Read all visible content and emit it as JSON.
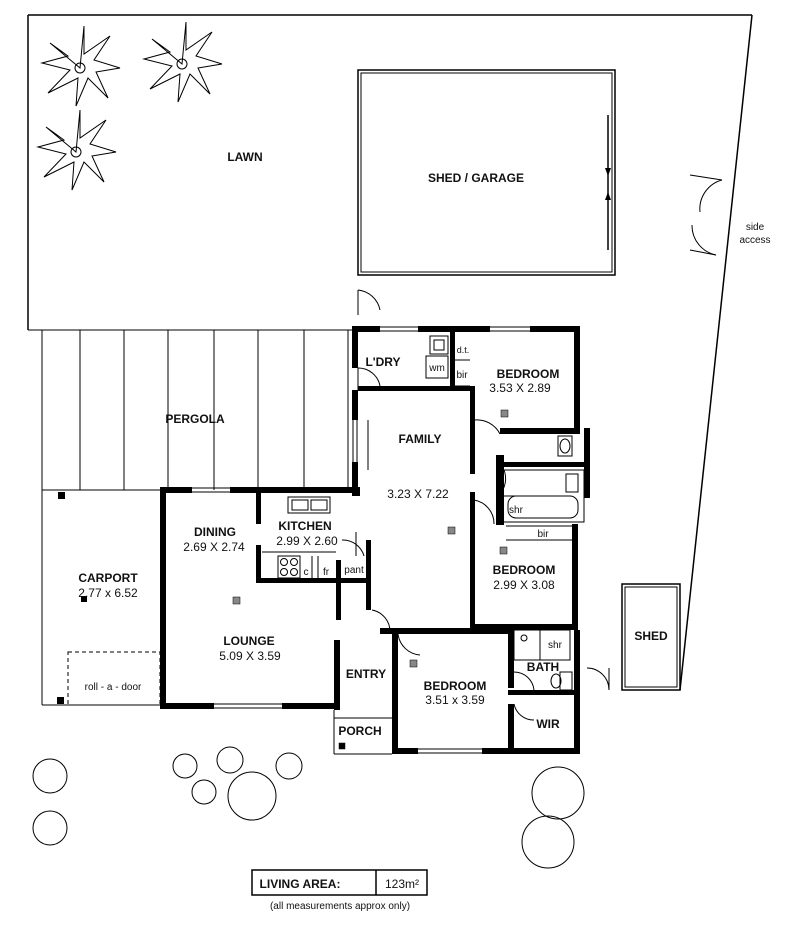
{
  "rooms": {
    "lawn": {
      "name": "LAWN"
    },
    "shed_garage": {
      "name": "SHED / GARAGE"
    },
    "side_access": {
      "line1": "side",
      "line2": "access"
    },
    "pergola": {
      "name": "PERGOLA"
    },
    "carport": {
      "name": "CARPORT",
      "dims": "2.77 x 6.52"
    },
    "roll_a_door": {
      "name": "roll - a - door"
    },
    "laundry": {
      "name": "L'DRY"
    },
    "wm": {
      "name": "wm"
    },
    "dt": {
      "name": "d.t."
    },
    "bir1": {
      "name": "bir"
    },
    "bedroom1": {
      "name": "BEDROOM",
      "dims": "3.53 X 2.89"
    },
    "family": {
      "name": "FAMILY",
      "dims": "3.23 X 7.22"
    },
    "shr1": {
      "name": "shr"
    },
    "bir2": {
      "name": "bir"
    },
    "bedroom2": {
      "name": "BEDROOM",
      "dims": "2.99 X 3.08"
    },
    "dining": {
      "name": "DINING",
      "dims": "2.69 X 2.74"
    },
    "kitchen": {
      "name": "KITCHEN",
      "dims": "2.99 X 2.60"
    },
    "c": {
      "name": "c"
    },
    "fr": {
      "name": "fr"
    },
    "pant": {
      "name": "pant"
    },
    "lounge": {
      "name": "LOUNGE",
      "dims": "5.09 X 3.59"
    },
    "entry": {
      "name": "ENTRY"
    },
    "porch": {
      "name": "PORCH"
    },
    "bedroom3": {
      "name": "BEDROOM",
      "dims": "3.51 x 3.59"
    },
    "shr2": {
      "name": "shr"
    },
    "bath": {
      "name": "BATH"
    },
    "wir": {
      "name": "WIR"
    },
    "shed": {
      "name": "SHED"
    }
  },
  "footer": {
    "living_area_label": "LIVING AREA:",
    "living_area_value": "123m²",
    "note": "(all measurements approx only)"
  }
}
